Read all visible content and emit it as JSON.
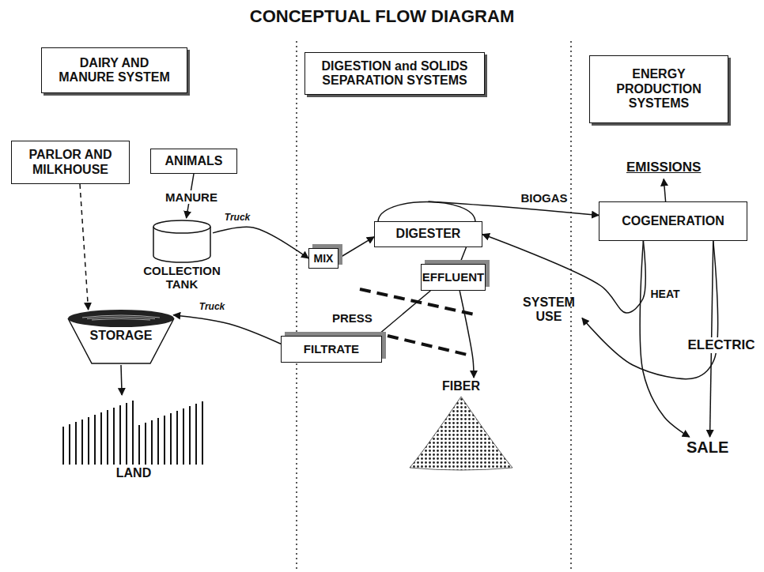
{
  "diagram": {
    "title": "CONCEPTUAL FLOW DIAGRAM",
    "nodes": [
      {
        "text": [
          "DAIRY AND MANURE SYSTEM"
        ]
      },
      {
        "text": [
          "DIGESTION and SOLIDS SEPARATION SYSTEMS"
        ]
      },
      {
        "text": [
          "ENERGY PRODUCTION SYSTEMS"
        ]
      },
      {
        "text": [
          "PARLOR AND MILKHOUSE"
        ]
      },
      {
        "text": [
          "ANIMALS"
        ]
      },
      {
        "text": [
          "COLLECTION TANK"
        ]
      },
      {
        "text": [
          "STORAGE"
        ]
      },
      {
        "text": [
          "LAND"
        ]
      },
      {
        "text": [
          "MIX"
        ]
      },
      {
        "text": [
          "DIGESTER"
        ]
      },
      {
        "text": [
          "EFFLUENT"
        ]
      },
      {
        "text": [
          "FILTRATE"
        ]
      },
      {
        "text": [
          "FIBER"
        ]
      },
      {
        "text": [
          "COGENERATION"
        ]
      },
      {
        "text": [
          "EMISSIONS"
        ]
      },
      {
        "text": [
          "SYSTEM USE"
        ]
      },
      {
        "text": [
          "SALE"
        ]
      }
    ],
    "edges": [
      {
        "from": 3,
        "to": 6,
        "arrow": "to"
      },
      {
        "from": 4,
        "to": 5,
        "label": "MANURE",
        "arrow": "to"
      },
      {
        "from": 5,
        "to": 8,
        "label": "Truck",
        "arrow": "to"
      },
      {
        "from": 8,
        "to": 9,
        "arrow": "to"
      },
      {
        "from": 9,
        "to": 10,
        "arrow": "none"
      },
      {
        "from": 10,
        "to": 11,
        "arrow": "none"
      },
      {
        "from": 10,
        "to": 12,
        "arrow": "to"
      },
      {
        "from": 11,
        "to": 6,
        "label": "Truck",
        "arrow": "to"
      },
      {
        "from": 6,
        "to": 7,
        "arrow": "to"
      },
      {
        "from": 9,
        "to": 13,
        "label": "BIOGAS",
        "arrow": "to"
      },
      {
        "from": 13,
        "to": 14,
        "arrow": "to"
      },
      {
        "from": 13,
        "to": 9,
        "label": "HEAT",
        "arrow": "to"
      },
      {
        "from": 13,
        "to": 16,
        "arrow": "to"
      },
      {
        "from": 13,
        "to": 16,
        "label": "ELECTRIC",
        "arrow": "to"
      },
      {
        "from": 13,
        "to": 15,
        "arrow": "to"
      }
    ],
    "labels": [
      "PRESS"
    ]
  }
}
